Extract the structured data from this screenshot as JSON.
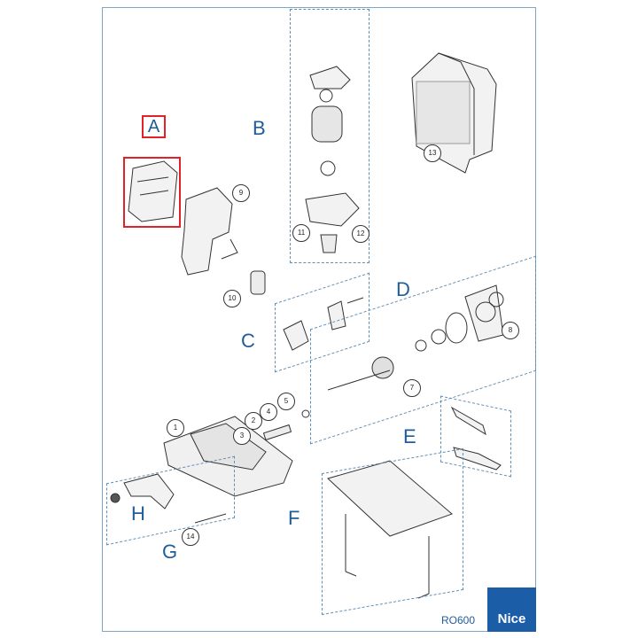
{
  "diagram": {
    "selected_group": "A",
    "group_labels": {
      "A": "A",
      "B": "B",
      "C": "C",
      "D": "D",
      "E": "E",
      "F": "F",
      "G": "G",
      "H": "H"
    },
    "part_numbers": [
      "1",
      "2",
      "3",
      "4",
      "5",
      "7",
      "8",
      "9",
      "10",
      "11",
      "12",
      "13",
      "14"
    ],
    "model": "RO600",
    "brand": "Nice",
    "colors": {
      "label_blue": "#1f5d99",
      "highlight_red": "#e1222a",
      "logo_blue": "#1b5da6"
    }
  }
}
